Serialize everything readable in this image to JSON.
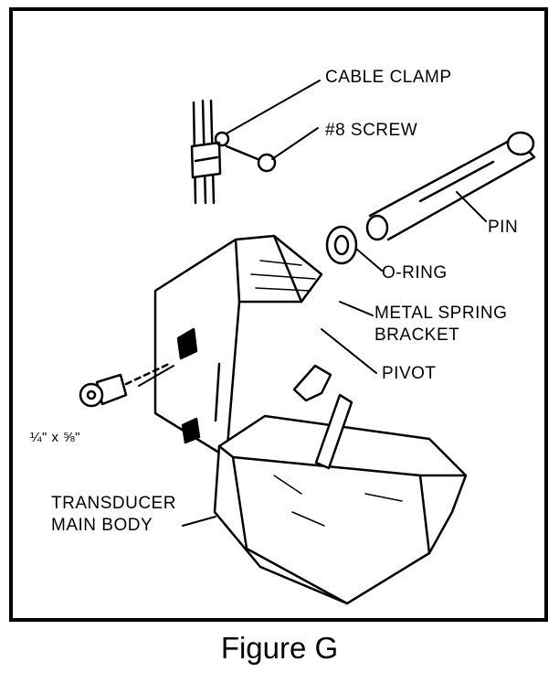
{
  "figure": {
    "caption": "Figure G",
    "labels": {
      "cable_clamp": "CABLE CLAMP",
      "screw": "#8 SCREW",
      "pin": "PIN",
      "o_ring": "O-RING",
      "bracket_line1": "METAL SPRING",
      "bracket_line2": "BRACKET",
      "pivot": "PIVOT",
      "bolt": "¼\" x ⅝\"",
      "body_line1": "TRANSDUCER",
      "body_line2": "MAIN BODY"
    }
  }
}
